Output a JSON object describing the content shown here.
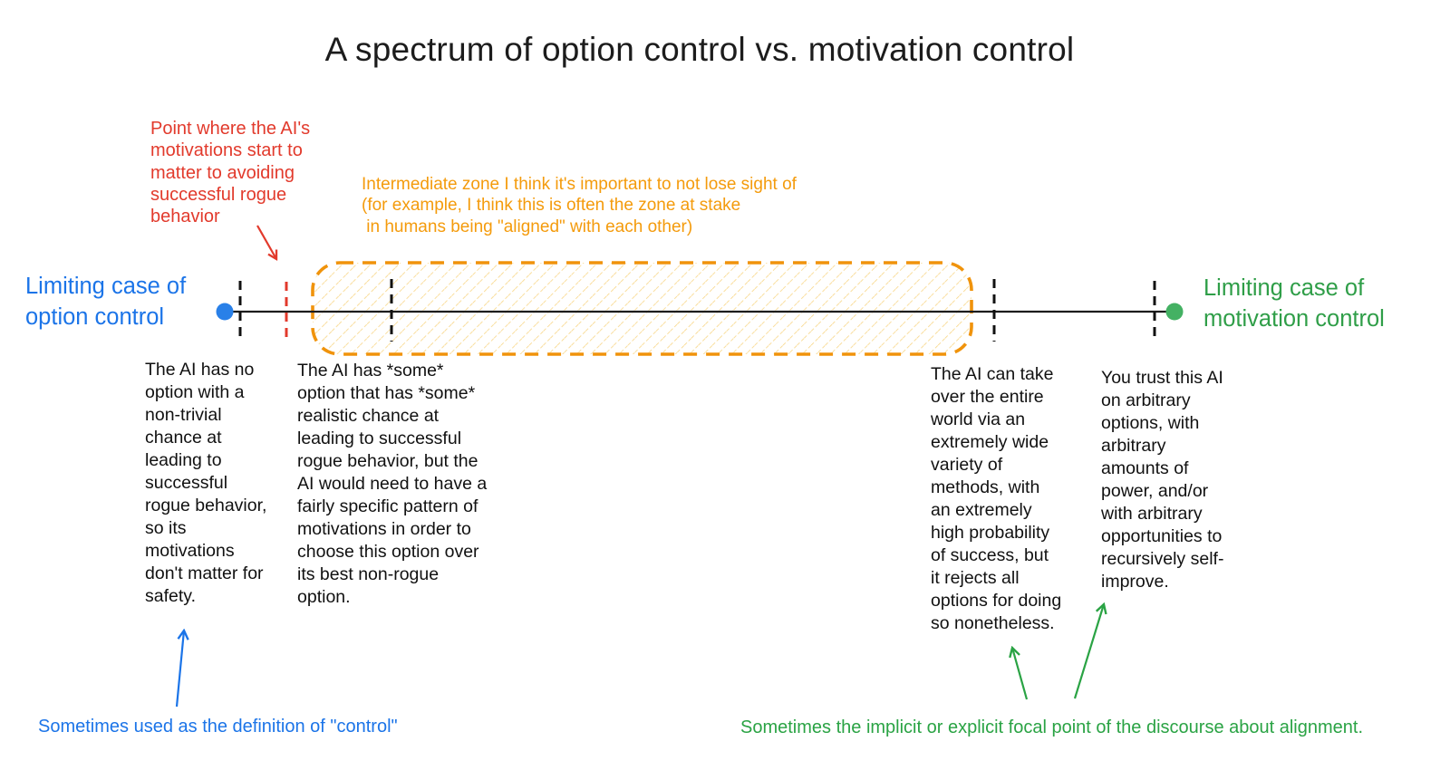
{
  "title": "A spectrum of option control vs. motivation control",
  "colors": {
    "red": "#e23a2c",
    "orange_text": "#f49b0c",
    "orange_border": "#f0930b",
    "hatch_yellow": "#f8d685",
    "blue": "#1b74e8",
    "blue_dot": "#2980e8",
    "green": "#2f9e48",
    "green_dot": "#44b163",
    "line_black": "#1c1c1c"
  },
  "annotations": {
    "red_note": "Point where the AI's\nmotivations start to\nmatter to avoiding\nsuccessful rogue\nbehavior",
    "orange_note": "Intermediate zone I think it's important to not lose sight of\n(for example, I think this is often the zone at stake\n in humans being \"aligned\" with each other)",
    "blue_caption": "Sometimes used as the definition of \"control\"",
    "green_caption": "Sometimes the implicit or explicit focal point of the discourse about alignment."
  },
  "spectrum": {
    "left_label": "Limiting case of\noption control",
    "right_label": "Limiting case of\nmotivation control",
    "descriptions": [
      "The AI has no\noption with a\nnon-trivial\nchance at\nleading to\nsuccessful\nrogue behavior,\nso its\nmotivations\ndon't matter for\nsafety.",
      "The AI has *some*\noption that has *some*\nrealistic chance at\nleading to successful\nrogue behavior, but the\nAI would need to have a\nfairly specific pattern of\nmotivations in order to\nchoose this option over\nits best non-rogue\noption.",
      "The AI can take\nover the entire\nworld via an\nextremely wide\nvariety of\nmethods, with\nan extremely\nhigh probability\nof success, but\nit rejects all\noptions for doing\nso nonetheless.",
      "You trust this AI\non arbitrary\noptions, with\narbitrary\namounts of\npower, and/or\nwith arbitrary\nopportunities to\nrecursively self-\nimprove."
    ]
  }
}
